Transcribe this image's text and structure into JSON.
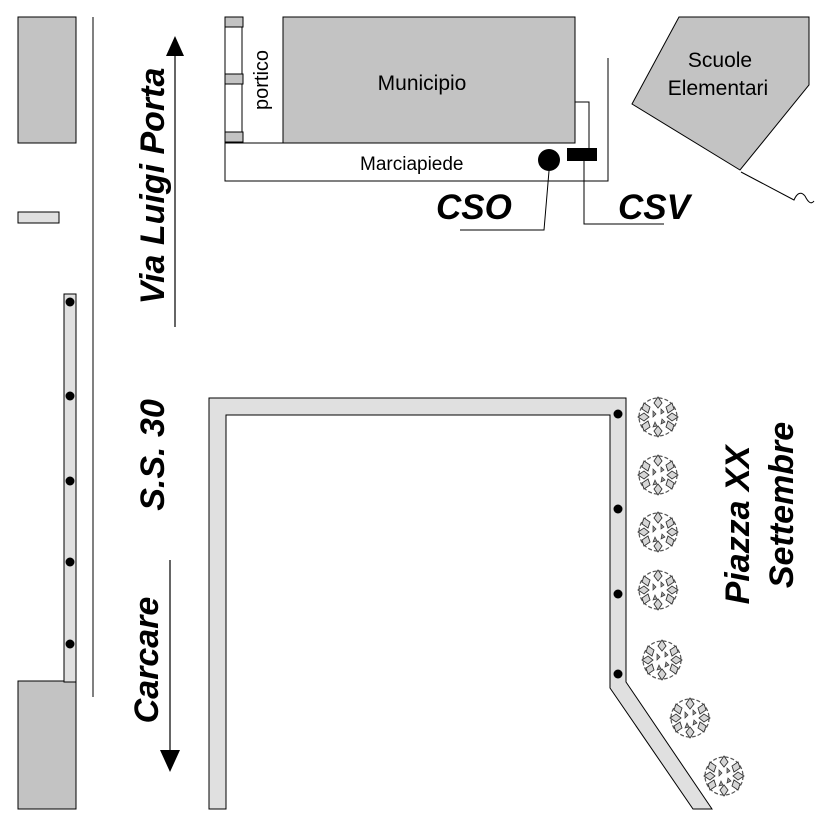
{
  "labels": {
    "street_via_luigi_porta": "Via Luigi Porta",
    "street_ss30": "S.S. 30",
    "direction_carcare": "Carcare",
    "square_piazza_line1": "Piazza XX",
    "square_piazza_line2": "Settembre",
    "building_municipio": "Municipio",
    "building_scuole_line1": "Scuole",
    "building_scuole_line2": "Elementari",
    "portico": "portico",
    "marciapiede": "Marciapiede",
    "cso": "CSO",
    "csv": "CSV"
  },
  "colors": {
    "building_fill": "#c3c3c3",
    "strip_fill": "#e0e0e0",
    "outline": "#000000",
    "background": "#ffffff"
  },
  "icons": {
    "arrow_up": "arrow-up-icon",
    "arrow_down": "arrow-down-icon",
    "tree": "tree-icon",
    "post": "post-dot-icon"
  }
}
